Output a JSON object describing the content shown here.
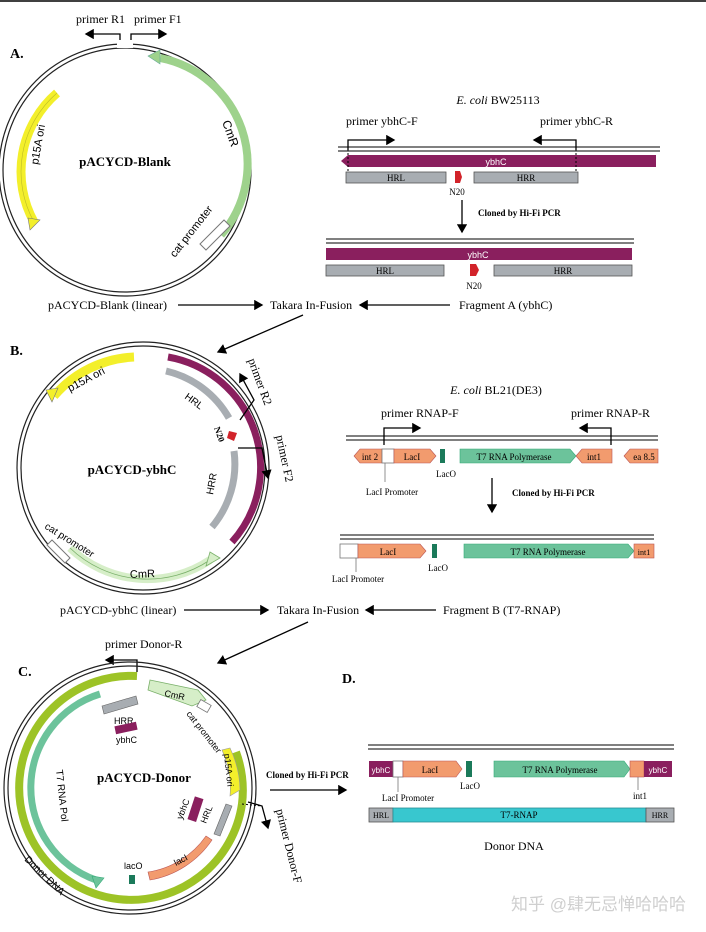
{
  "panels": {
    "a": "A.",
    "b": "B.",
    "c": "C.",
    "d": "D."
  },
  "colors": {
    "ori": "#f3ef2b",
    "cmr": "#9ed28c",
    "ybhc": "#8a1f5e",
    "gray": "#a8adb2",
    "laci": "#f29b6e",
    "t7": "#6cc39b",
    "laco": "#1b7a5a",
    "donor": "#9dc326",
    "t7rnap": "#38c7cf",
    "n20": "#d2232a"
  },
  "panelA": {
    "primer_r1": "primer R1",
    "primer_f1": "primer F1",
    "plasmid_name": "pACYCD-Blank",
    "p15a_ori": "p15A ori",
    "cmr": "CmR",
    "cat_promoter": "cat promoter",
    "genome_italic": "E. coli",
    "genome_strain": "BW25113",
    "primer_ybhc_f": "primer ybhC-F",
    "primer_ybhc_r": "primer ybhC-R",
    "ybhc": "ybhC",
    "hrl": "HRL",
    "hrr": "HRR",
    "n20": "N20",
    "cloned": "Cloned by Hi-Fi PCR",
    "linear_label": "pACYCD-Blank (linear)",
    "infusion": "Takara In-Fusion",
    "fragment": "Fragment A (ybhC)"
  },
  "panelB": {
    "plasmid_name": "pACYCD-ybhC",
    "p15a_ori": "p15A ori",
    "hrl": "HRL",
    "hrr": "HRR",
    "n20": "N20",
    "primer_r2": "primer R2",
    "primer_f2": "primer F2",
    "cat_promoter": "cat promoter",
    "cmr": "CmR",
    "genome_italic": "E. coli",
    "genome_strain": "BL21(DE3)",
    "primer_rnap_f": "primer RNAP-F",
    "primer_rnap_r": "primer RNAP-R",
    "int2": "int 2",
    "laci": "LacI",
    "laco": "LacO",
    "t7": "T7 RNA Polymerase",
    "int1": "int1",
    "ea85": "ea 8.5",
    "laci_promoter": "LacI Promoter",
    "cloned": "Cloned by Hi-Fi PCR",
    "linear_label": "pACYCD-ybhC (linear)",
    "infusion": "Takara In-Fusion",
    "fragment": "Fragment B (T7-RNAP)"
  },
  "panelC": {
    "primer_donor_r": "primer Donor-R",
    "plasmid_name": "pACYCD-Donor",
    "cmr": "CmR",
    "hrr": "HRR",
    "ybhc": "ybhC",
    "cat_promoter": "cat promoter",
    "p15a_ori": "p15A ori",
    "t7_rna_pol": "T7 RNA Pol",
    "hrl": "HRL",
    "laco": "lacO",
    "laci": "lacI",
    "donor_dna": "Donor DNA",
    "primer_donor_f": "primer Donor-F",
    "cloned": "Cloned by Hi-Fi PCR"
  },
  "panelD": {
    "ybhc": "ybhC",
    "laci": "LacI",
    "t7": "T7 RNA Polymerase",
    "laci_promoter": "LacI Promoter",
    "laco": "LacO",
    "int1": "int1",
    "hrl": "HRL",
    "t7rnap": "T7-RNAP",
    "hrr": "HRR",
    "caption": "Donor DNA"
  },
  "watermark": "知乎 @肆无忌惮哈哈哈"
}
